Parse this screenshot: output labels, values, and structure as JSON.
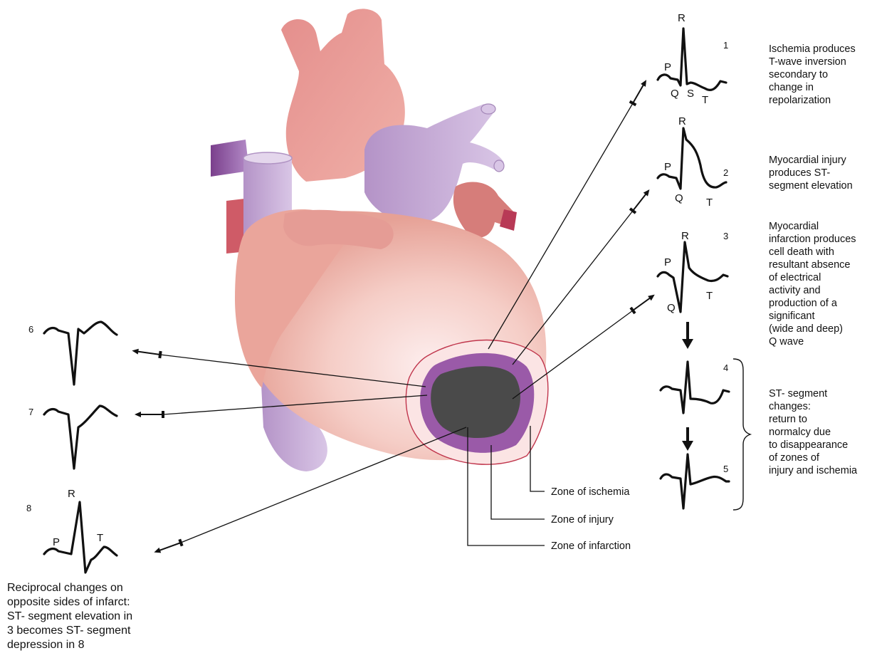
{
  "colors": {
    "heart": "#eeb4a6",
    "vessel_red": "#d97f7a",
    "vessel_purple": "#bca4cf",
    "ischemia_zone": "#fbe4e4",
    "injury_zone": "#9a5aa8",
    "infarction_zone": "#4a4a4a"
  },
  "icons": [
    "heart-illustration",
    "arrow-icon"
  ],
  "waveforms": {
    "w1": {
      "number": "1",
      "labels": {
        "P": "P",
        "Q": "Q",
        "R": "R",
        "S": "S",
        "T": "T"
      }
    },
    "w2": {
      "number": "2",
      "labels": {
        "P": "P",
        "Q": "Q",
        "R": "R",
        "T": "T"
      }
    },
    "w3": {
      "number": "3",
      "labels": {
        "P": "P",
        "Q": "Q",
        "R": "R",
        "T": "T"
      }
    },
    "w4": {
      "number": "4"
    },
    "w5": {
      "number": "5"
    },
    "w6": {
      "number": "6"
    },
    "w7": {
      "number": "7"
    },
    "w8": {
      "number": "8",
      "labels": {
        "P": "P",
        "R": "R",
        "T": "T"
      }
    }
  },
  "descriptions": {
    "d1": [
      "Ischemia produces",
      "T-wave inversion",
      "secondary to",
      "change in",
      "repolarization"
    ],
    "d2": [
      "Myocardial injury",
      "produces ST-",
      "segment elevation"
    ],
    "d3": [
      "Myocardial",
      "infarction produces",
      "cell death with",
      "resultant absence",
      "of electrical",
      "activity and",
      "production of a",
      "significant",
      "(wide and deep)",
      "Q wave"
    ],
    "d45": [
      "ST- segment",
      "changes:",
      "return to",
      "normalcy due",
      "to disappearance",
      "of zones of",
      "injury and ischemia"
    ],
    "reciprocal": [
      "Reciprocal changes on",
      "opposite sides of infarct:",
      "ST- segment elevation in",
      "3 becomes ST- segment",
      "depression in 8"
    ]
  },
  "zones": {
    "ischemia": "Zone of ischemia",
    "injury": "Zone of injury",
    "infarction": "Zone of infarction"
  }
}
